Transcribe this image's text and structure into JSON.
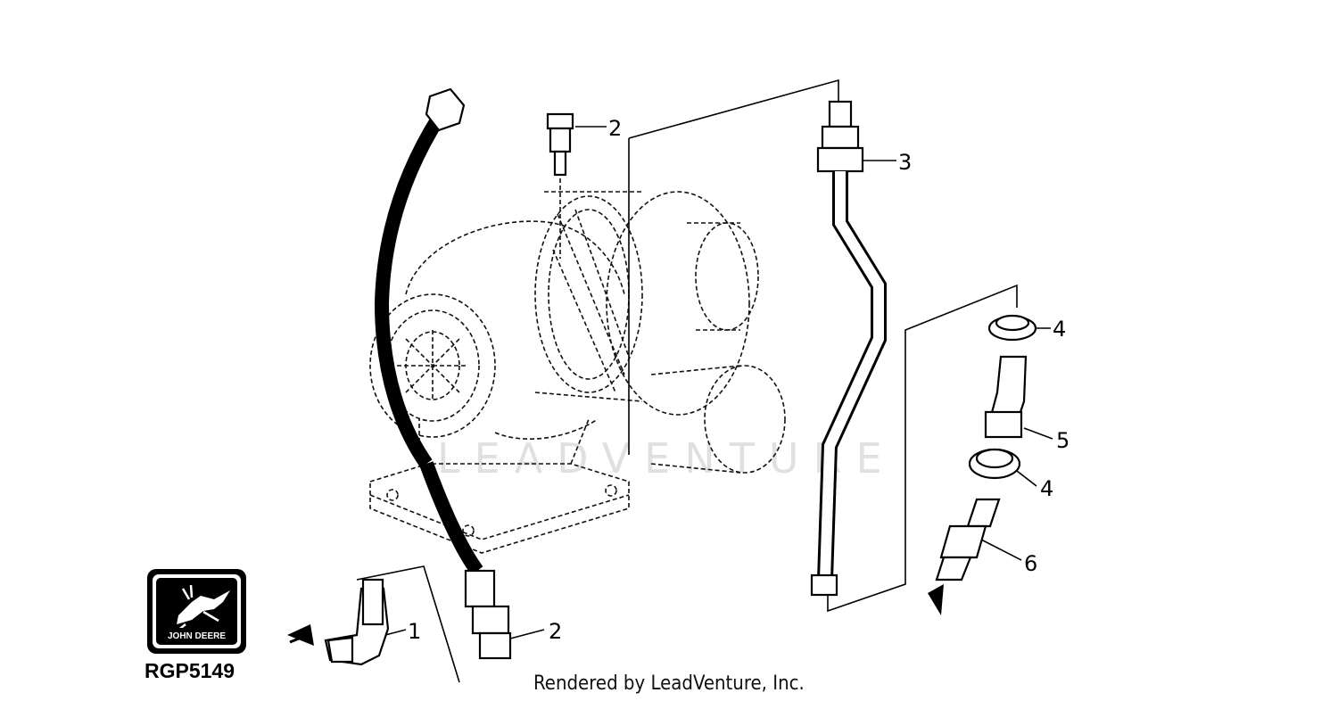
{
  "callouts": [
    {
      "id": "c2a",
      "label": "2"
    },
    {
      "id": "c3",
      "label": "3"
    },
    {
      "id": "c4a",
      "label": "4"
    },
    {
      "id": "c5",
      "label": "5"
    },
    {
      "id": "c4b",
      "label": "4"
    },
    {
      "id": "c6",
      "label": "6"
    },
    {
      "id": "c1",
      "label": "1"
    },
    {
      "id": "c2b",
      "label": "2"
    }
  ],
  "watermark": "LEADVENTURE",
  "credit": "Rendered by LeadVenture, Inc.",
  "logo": {
    "brand": "JOHN DEERE"
  },
  "figure_id": "RGP5149",
  "colors": {
    "ink": "#000000",
    "watermark": "#c8c8c8",
    "background": "#ffffff"
  }
}
